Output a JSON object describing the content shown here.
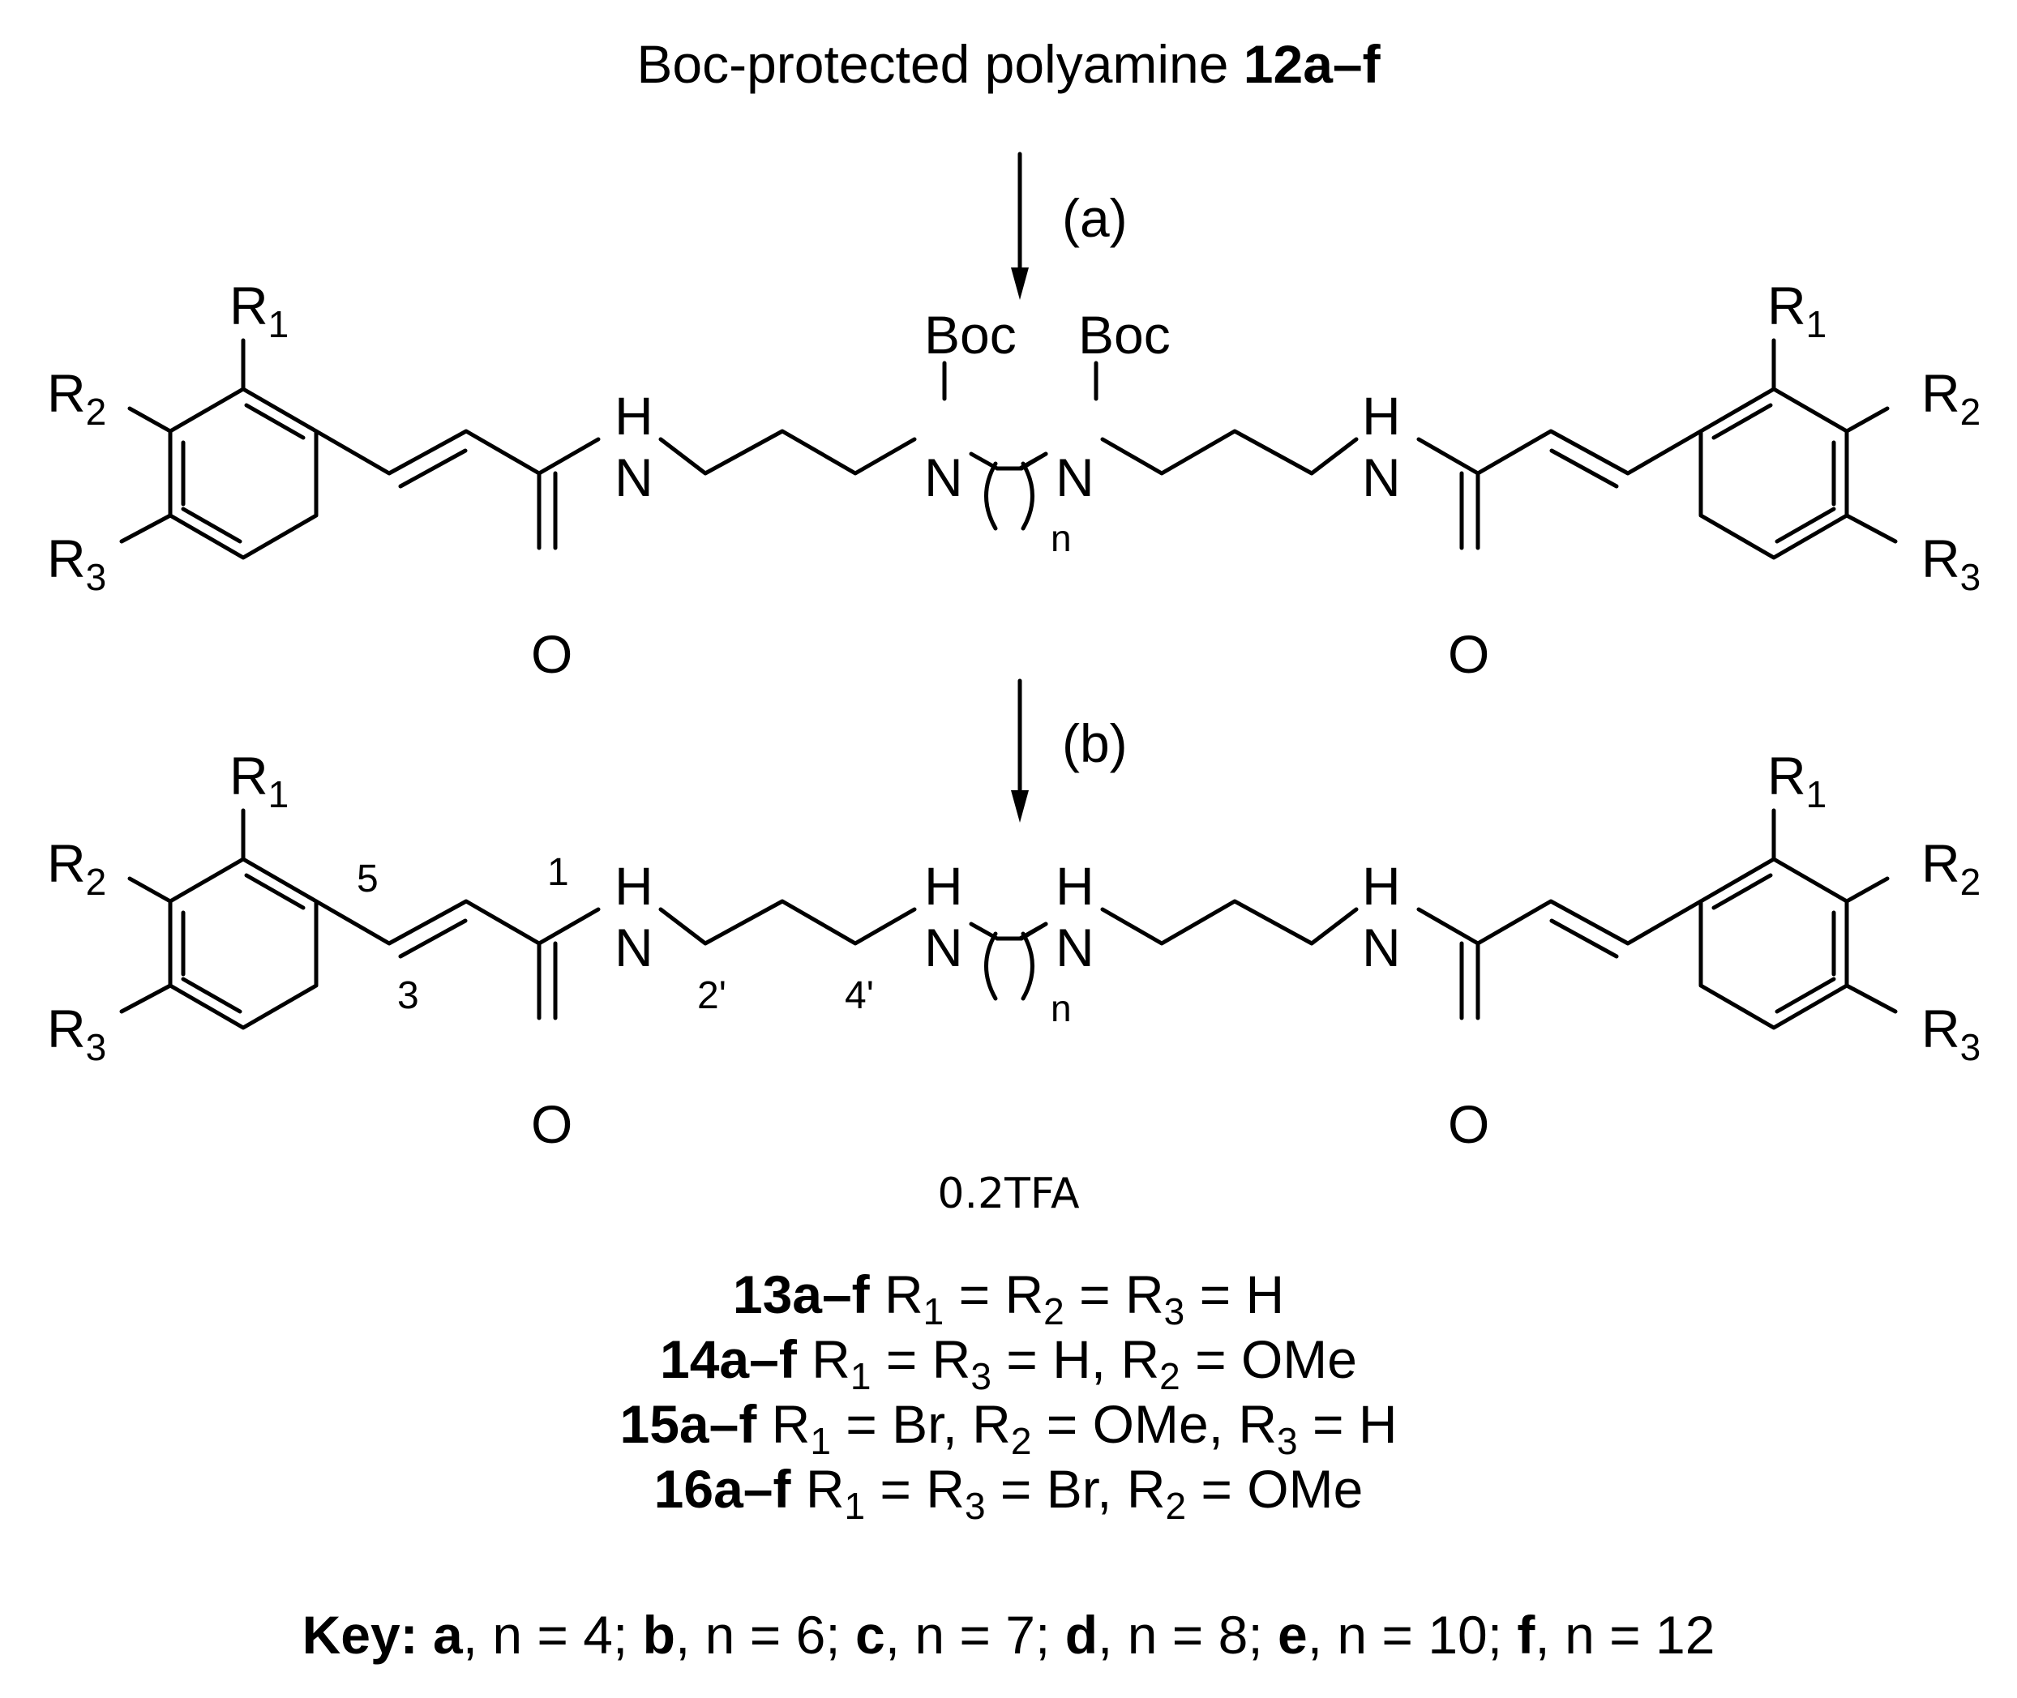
{
  "title": {
    "text": "Boc-protected polyamine ",
    "bold": "12a–f"
  },
  "steps": {
    "a": "(a)",
    "b": "(b)"
  },
  "atoms": {
    "boc": "Boc",
    "nitrogen": "N",
    "hydrogen": "H",
    "oxygen": "O",
    "r1": "R",
    "r1_sub": "1",
    "r2": "R",
    "r2_sub": "2",
    "r3": "R",
    "r3_sub": "3",
    "n_index": "n"
  },
  "numbering": {
    "c1": "1",
    "c3": "3",
    "c5": "5",
    "c2p": "2'",
    "c4p": "4'"
  },
  "salt": "0.2TFA",
  "compounds": [
    {
      "id": "13a–f",
      "desc": [
        [
          "R",
          "1",
          " = "
        ],
        [
          "R",
          "2",
          " = "
        ],
        [
          "R",
          "3",
          " = H"
        ]
      ]
    },
    {
      "id": "14a–f",
      "desc": [
        [
          "R",
          "1",
          " = "
        ],
        [
          "R",
          "3",
          " = H, "
        ],
        [
          "R",
          "2",
          " = OMe"
        ]
      ]
    },
    {
      "id": "15a–f",
      "desc": [
        [
          "R",
          "1",
          " = Br, "
        ],
        [
          "R",
          "2",
          " = OMe, "
        ],
        [
          "R",
          "3",
          " = H"
        ]
      ]
    },
    {
      "id": "16a–f",
      "desc": [
        [
          "R",
          "1",
          " = "
        ],
        [
          "R",
          "3",
          " = Br, "
        ],
        [
          "R",
          "2",
          " = OMe"
        ]
      ]
    }
  ],
  "key": {
    "label": "Key:",
    "items": [
      {
        "letter": "a",
        "text": ", n = 4; "
      },
      {
        "letter": "b",
        "text": ", n = 6; "
      },
      {
        "letter": "c",
        "text": ", n = 7; "
      },
      {
        "letter": "d",
        "text": ", n = 8; "
      },
      {
        "letter": "e",
        "text": ", n = 10; "
      },
      {
        "letter": "f",
        "text": ", n = 12"
      }
    ]
  }
}
